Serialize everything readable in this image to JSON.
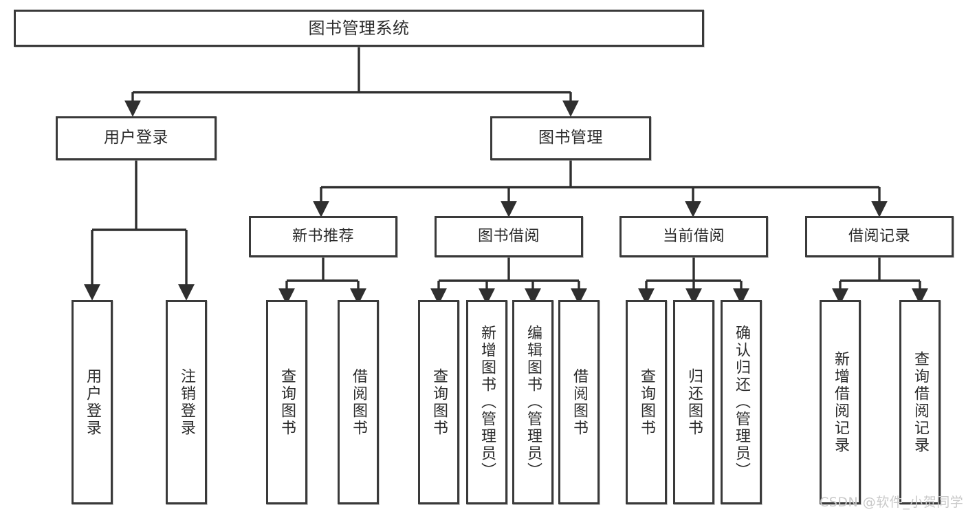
{
  "diagram": {
    "title": "图书管理系统",
    "type": "hierarchy-tree",
    "watermark": "CSDN @软件_小贺同学",
    "colors": {
      "stroke": "#3a3a3a",
      "background": "#ffffff",
      "text": "#2b2b2b",
      "watermark": "#c9c9c9"
    },
    "root": {
      "label": "图书管理系统"
    },
    "level1": [
      {
        "label": "用户登录"
      },
      {
        "label": "图书管理"
      }
    ],
    "level2": [
      {
        "label": "新书推荐"
      },
      {
        "label": "图书借阅"
      },
      {
        "label": "当前借阅"
      },
      {
        "label": "借阅记录"
      }
    ],
    "leaves": {
      "user_login": [
        {
          "label": "用户登录"
        },
        {
          "label": "注销登录"
        }
      ],
      "new_book_recommend": [
        {
          "label": "查询图书"
        },
        {
          "label": "借阅图书"
        }
      ],
      "book_borrow": [
        {
          "label": "查询图书"
        },
        {
          "label": "新增图书（管理员）"
        },
        {
          "label": "编辑图书（管理员）"
        },
        {
          "label": "借阅图书"
        }
      ],
      "current_borrow": [
        {
          "label": "查询图书"
        },
        {
          "label": "归还图书"
        },
        {
          "label": "确认归还（管理员）"
        }
      ],
      "borrow_record": [
        {
          "label": "新增借阅记录"
        },
        {
          "label": "查询借阅记录"
        }
      ]
    }
  }
}
